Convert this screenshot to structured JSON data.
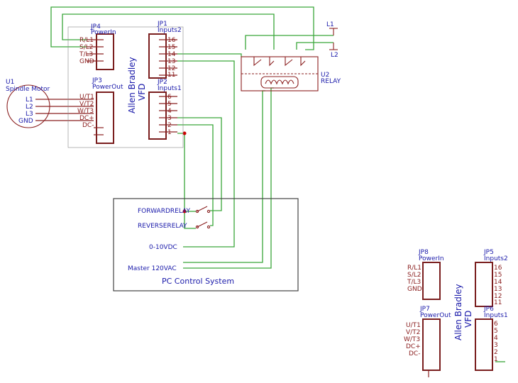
{
  "vfd_main": {
    "label": "Allen Bradley VFD",
    "label_line1": "Allen Bradley",
    "label_line2": "VFD",
    "jp4": {
      "ref": "JP4",
      "name": "PowerIn",
      "pins": [
        "R/L1",
        "S/L2",
        "T/L3",
        "GND"
      ]
    },
    "jp1": {
      "ref": "JP1",
      "name": "Inputs2",
      "pins": [
        "16",
        "15",
        "14",
        "13",
        "12",
        "11"
      ]
    },
    "jp3": {
      "ref": "JP3",
      "name": "PowerOut",
      "pins": [
        "U/T1",
        "V/T2",
        "W/T3",
        "DC+",
        "DC-"
      ]
    },
    "jp2": {
      "ref": "JP2",
      "name": "Inputs1",
      "pins": [
        "6",
        "5",
        "4",
        "3",
        "2",
        "1"
      ]
    }
  },
  "vfd_second": {
    "label_line1": "Allen Bradley",
    "label_line2": "VFD",
    "jp8": {
      "ref": "JP8",
      "name": "PowerIn",
      "pins": [
        "R/L1",
        "S/L2",
        "T/L3",
        "GND"
      ]
    },
    "jp5": {
      "ref": "JP5",
      "name": "Inputs2",
      "pins": [
        "16",
        "15",
        "14",
        "13",
        "12",
        "11"
      ]
    },
    "jp7": {
      "ref": "JP7",
      "name": "PowerOut",
      "pins": [
        "U/T1",
        "V/T2",
        "W/T3",
        "DC+",
        "DC-"
      ]
    },
    "jp6": {
      "ref": "JP6",
      "name": "Inputs1",
      "pins": [
        "6",
        "5",
        "4",
        "3",
        "2",
        "1"
      ]
    }
  },
  "motor": {
    "ref": "U1",
    "name": "Spindle Motor",
    "pins": [
      "L1",
      "L2",
      "L3",
      "GND"
    ]
  },
  "relay": {
    "ref": "U2",
    "name": "RELAY"
  },
  "supply": {
    "l1": "L1",
    "l2": "L2"
  },
  "pc": {
    "title": "PC Control System",
    "forward": "FORWARDRELAY",
    "reverse": "REVERSERELAY",
    "analog": "0-10VDC",
    "master": "Master 120VAC"
  },
  "colors": {
    "wire": "#3aa63a",
    "part": "#7a1e1e",
    "text": "#1a1aaa",
    "box": "#444444",
    "junction": "#cc0000"
  }
}
